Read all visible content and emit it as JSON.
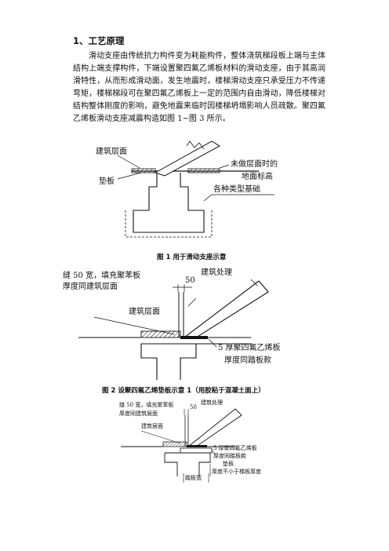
{
  "section": {
    "heading": "1、工艺原理"
  },
  "paragraph": "滑动支座由传统抗力构件变为耗能构件，整体浇筑梯段板上端与主体结构上端支撑构件，下端设置聚四氟乙烯板材料的滑动支座，由于其高润滑特性，从而形成滑动面，发生地震时，楼梯滑动支座只承受压力不传递弯矩，楼梯梯段可在聚四氟乙烯板上一定的范围内自由滑动，降低楼梯对结构整体刚度的影响，避免地震来临时因楼梯坍塌影响人员疏散。聚四氟乙烯板滑动支座减震构造如图 1~图 3 所示。",
  "figure1": {
    "labels": {
      "building_surface": "建筑层面",
      "pad": "垫板",
      "ground_level_1": "未做层面时的",
      "ground_level_2": "地面标高",
      "foundation": "各种类型基础"
    },
    "caption": "图 1    用于滑动支座示意"
  },
  "figure2": {
    "labels": {
      "gap_fill": "缝 50 宽，填充聚苯板",
      "thickness_same": "厚度同建筑层面",
      "dim_50": "50",
      "arch_treatment": "建筑处理",
      "building_surface": "建筑层面",
      "ptfe_plate": "5 厚聚四氟乙烯板",
      "thickness_tread": "厚度同踏板款"
    },
    "caption": "图 2    设聚四氟乙烯垫板示意 1（用胶粘于混凝土面上）"
  },
  "figure3": {
    "labels": {
      "gap_fill": "缝 50 宽，填充聚苯板",
      "thickness_same": "厚度同建筑层面",
      "dim_50": "50",
      "arch_treatment": "建筑处理",
      "building_surface": "建筑层面",
      "ptfe_plate": "5 厚聚四氟乙烯板",
      "thickness_tread": "厚度同踏板款",
      "pad": "垫板",
      "tread_width": "踏板宽",
      "thickness_min": "厚度不小于梯板厚度"
    }
  }
}
